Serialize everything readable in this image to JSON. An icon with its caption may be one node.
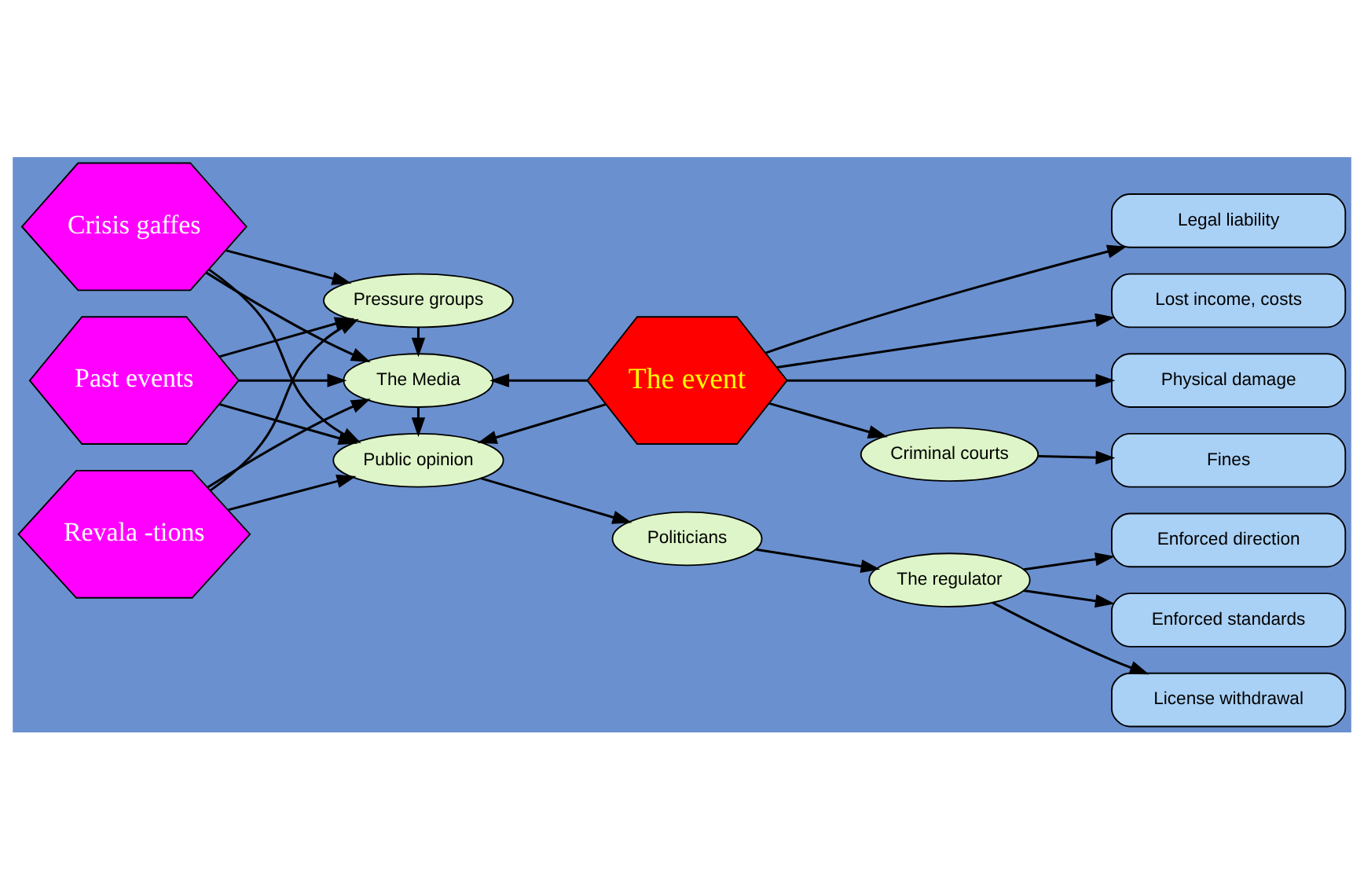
{
  "diagram": {
    "nodes": [
      {
        "text": [
          "Crisis gaffes"
        ]
      },
      {
        "text": [
          "Past events"
        ]
      },
      {
        "text": [
          "Revala -tions"
        ]
      },
      {
        "text": [
          "Public opinion"
        ]
      },
      {
        "text": [
          "The Media"
        ]
      },
      {
        "text": [
          "Pressure groups"
        ]
      },
      {
        "text": [
          "Politicians"
        ]
      },
      {
        "text": [
          "The regulator"
        ]
      },
      {
        "text": [
          "Criminal courts"
        ]
      },
      {
        "text": [
          "The event"
        ]
      },
      {
        "text": [
          "License withdrawal"
        ]
      },
      {
        "text": [
          "Enforced direction"
        ]
      },
      {
        "text": [
          "Enforced standards"
        ]
      },
      {
        "text": [
          "Fines"
        ]
      },
      {
        "text": [
          "Legal liability"
        ]
      },
      {
        "text": [
          "Lost income, costs"
        ]
      },
      {
        "text": [
          "Physical damage"
        ]
      }
    ],
    "edges": [
      {
        "from": 0,
        "to": 3,
        "arrow": "to"
      },
      {
        "from": 0,
        "to": 4,
        "arrow": "to"
      },
      {
        "from": 0,
        "to": 5,
        "arrow": "to"
      },
      {
        "from": 1,
        "to": 3,
        "arrow": "to"
      },
      {
        "from": 1,
        "to": 4,
        "arrow": "to"
      },
      {
        "from": 1,
        "to": 5,
        "arrow": "to"
      },
      {
        "from": 2,
        "to": 3,
        "arrow": "to"
      },
      {
        "from": 2,
        "to": 4,
        "arrow": "to"
      },
      {
        "from": 2,
        "to": 5,
        "arrow": "to"
      },
      {
        "from": 4,
        "to": 3,
        "arrow": "to"
      },
      {
        "from": 5,
        "to": 4,
        "arrow": "to"
      },
      {
        "from": 3,
        "to": 6,
        "arrow": "to"
      },
      {
        "from": 6,
        "to": 7,
        "arrow": "to"
      },
      {
        "from": 7,
        "to": 10,
        "arrow": "to"
      },
      {
        "from": 7,
        "to": 11,
        "arrow": "to"
      },
      {
        "from": 7,
        "to": 12,
        "arrow": "to"
      },
      {
        "from": 9,
        "to": 3,
        "arrow": "to"
      },
      {
        "from": 9,
        "to": 4,
        "arrow": "to"
      },
      {
        "from": 9,
        "to": 8,
        "arrow": "to"
      },
      {
        "from": 8,
        "to": 13,
        "arrow": "to"
      },
      {
        "from": 9,
        "to": 14,
        "arrow": "to"
      },
      {
        "from": 9,
        "to": 15,
        "arrow": "to"
      },
      {
        "from": 9,
        "to": 16,
        "arrow": "to"
      }
    ]
  }
}
